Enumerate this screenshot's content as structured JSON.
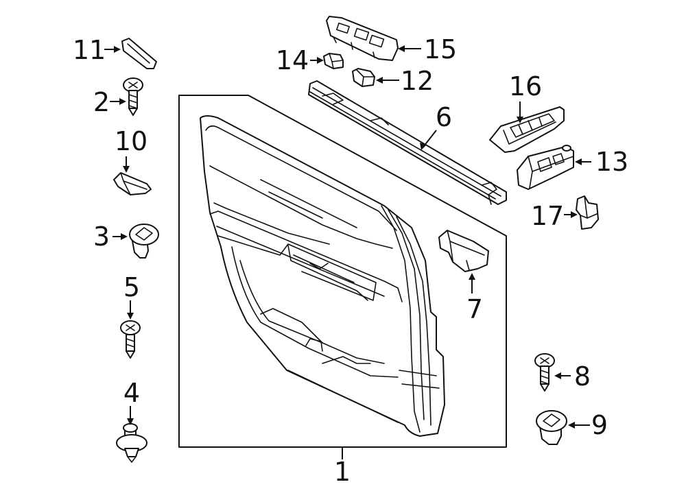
{
  "diagram": {
    "callouts": {
      "c1": "1",
      "c2": "2",
      "c3": "3",
      "c4": "4",
      "c5": "5",
      "c6": "6",
      "c7": "7",
      "c8": "8",
      "c9": "9",
      "c10": "10",
      "c11": "11",
      "c12": "12",
      "c13": "13",
      "c14": "14",
      "c15": "15",
      "c16": "16",
      "c17": "17"
    },
    "line_color": "#111111",
    "background": "#ffffff"
  }
}
